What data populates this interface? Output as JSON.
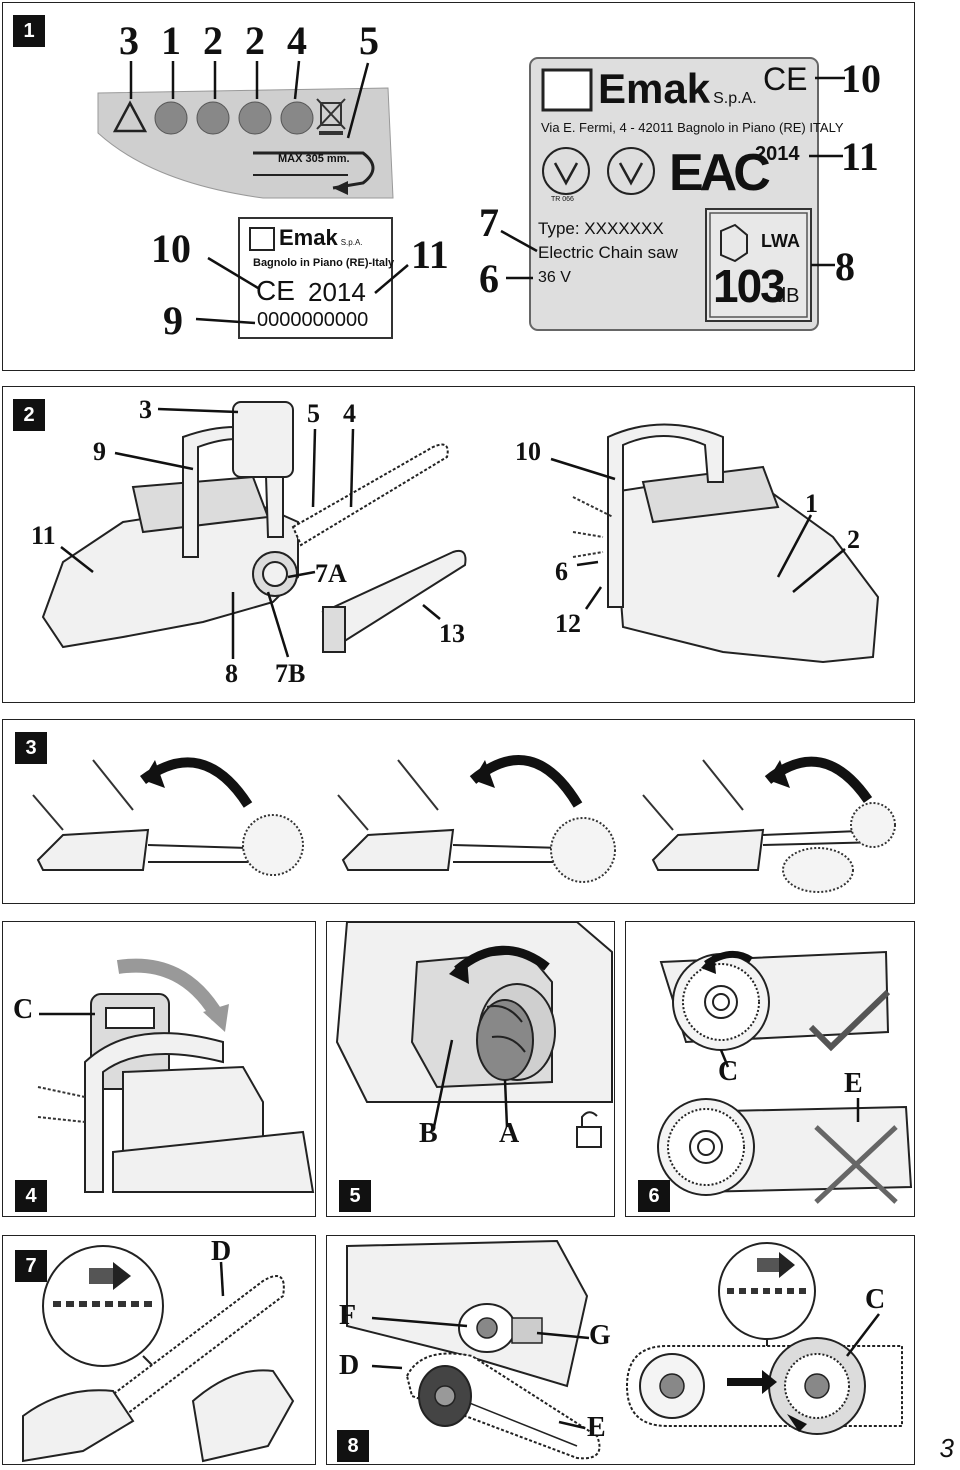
{
  "page_number": "3",
  "panel1": {
    "num": "1",
    "symbol_callouts": [
      "3",
      "1",
      "2",
      "2",
      "4",
      "5"
    ],
    "max_text": "MAX 305 mm.",
    "small_label": {
      "brand": "Emak",
      "brand_suffix": "S.p.A.",
      "location": "Bagnolo in Piano (RE)-Italy",
      "ce": "CE",
      "year": "2014",
      "serial": "0000000000",
      "callout_10": "10",
      "callout_11": "11",
      "callout_9": "9"
    },
    "big_label": {
      "brand": "Emak",
      "brand_suffix": "S.p.A.",
      "address": "Via E. Fermi, 4 - 42011 Bagnolo in Piano (RE) ITALY",
      "ce": "CE",
      "year": "2014",
      "tr_code": "TR 066",
      "eac": "EAC",
      "type": "Type: XXXXXXX",
      "product": "Electric Chain saw",
      "voltage": "36 V",
      "lwa": "LWA",
      "db_value": "103",
      "db_unit": "dB",
      "callout_10": "10",
      "callout_11": "11",
      "callout_7": "7",
      "callout_6": "6",
      "callout_8": "8"
    }
  },
  "panel2": {
    "num": "2",
    "callouts_left": [
      "3",
      "5",
      "4",
      "9",
      "11",
      "7A",
      "13",
      "8",
      "7B"
    ],
    "callouts_right": [
      "10",
      "1",
      "2",
      "6",
      "12"
    ]
  },
  "panel3": {
    "num": "3"
  },
  "panel4": {
    "num": "4",
    "callout_c": "C"
  },
  "panel5": {
    "num": "5",
    "callout_b": "B",
    "callout_a": "A"
  },
  "panel6": {
    "num": "6",
    "callout_c": "C",
    "callout_e": "E"
  },
  "panel7": {
    "num": "7",
    "callout_d": "D"
  },
  "panel8": {
    "num": "8",
    "callout_f": "F",
    "callout_g": "G",
    "callout_d": "D",
    "callout_e": "E",
    "callout_c": "C"
  }
}
